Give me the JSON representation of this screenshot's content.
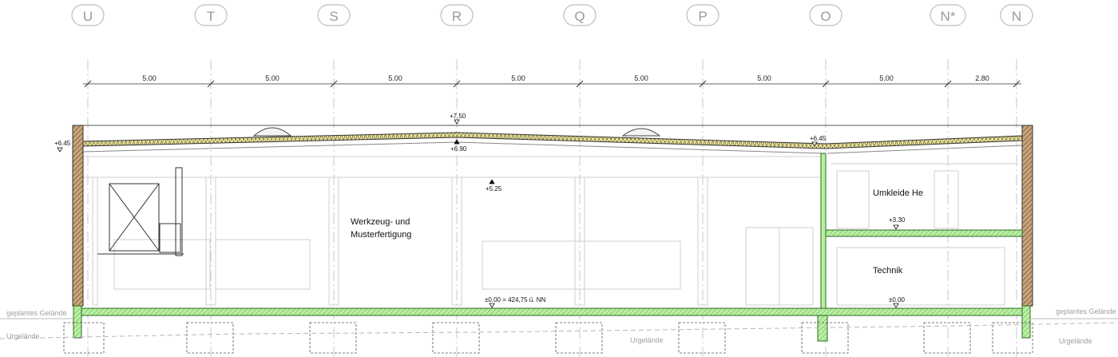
{
  "axes": [
    "U",
    "T",
    "S",
    "R",
    "Q",
    "P",
    "O",
    "N*",
    "N"
  ],
  "dimensions": [
    "5.00",
    "5.00",
    "5.00",
    "5.00",
    "5.00",
    "5.00",
    "5.00",
    "2.80"
  ],
  "levels": {
    "ridge": "+7.50",
    "ridge_inner": "+6.90",
    "eave_left": "+6.45",
    "eave_right": "+6.45",
    "crane": "+5.25",
    "mezzanine": "+3.30",
    "floor_main": "±0.00  = 424,75 ü. NN",
    "floor_right": "±0.00"
  },
  "rooms": {
    "workshop_line1": "Werkzeug- und",
    "workshop_line2": "Musterfertigung",
    "changing": "Umkleide He",
    "technical": "Technik"
  },
  "ground": {
    "planned_left": "geplantes Gelände",
    "planned_right": "geplantes Gelände",
    "existing_left": "Urgelände",
    "existing_mid": "Urgelände",
    "existing_right": "Urgelände"
  },
  "colors": {
    "insulation": "#e8e0a0",
    "slab": "#b7f0a0",
    "wall": "#c9a67a",
    "grid": "#c8c8c8"
  }
}
